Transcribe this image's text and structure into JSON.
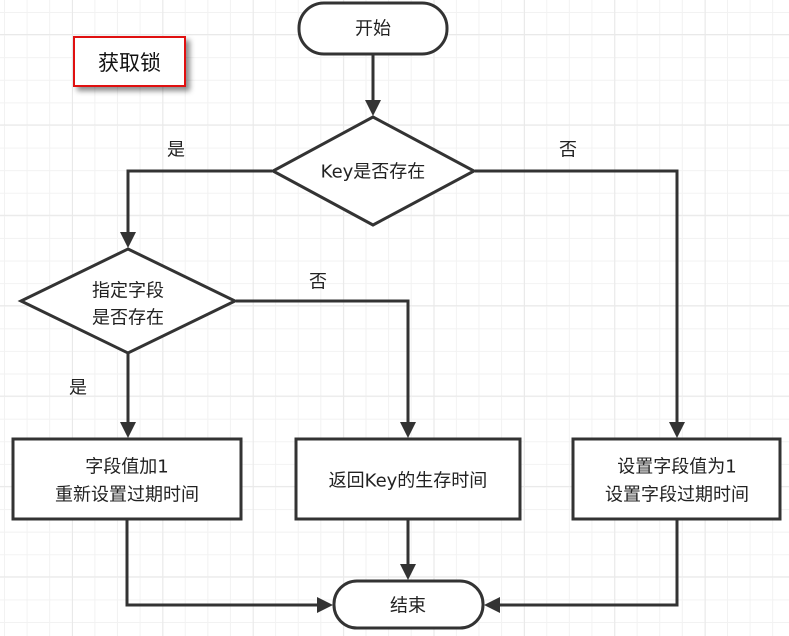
{
  "title_label": "获取锁",
  "colors": {
    "stroke": "#333333",
    "title_border": "#e01010",
    "text": "#222222"
  },
  "nodes": {
    "start": {
      "type": "terminator",
      "label": "开始"
    },
    "key_exists": {
      "type": "decision",
      "label": "Key是否存在"
    },
    "field_exists": {
      "type": "decision",
      "lines": [
        "指定字段",
        "是否存在"
      ]
    },
    "increment_field": {
      "type": "process",
      "lines": [
        "字段值加1",
        "重新设置过期时间"
      ]
    },
    "return_ttl": {
      "type": "process",
      "label": "返回Key的生存时间"
    },
    "set_field": {
      "type": "process",
      "lines": [
        "设置字段值为1",
        "设置字段过期时间"
      ]
    },
    "end": {
      "type": "terminator",
      "label": "结束"
    }
  },
  "edges": [
    {
      "from": "start",
      "to": "key_exists",
      "label": ""
    },
    {
      "from": "key_exists",
      "to": "field_exists",
      "label": "是"
    },
    {
      "from": "key_exists",
      "to": "set_field",
      "label": "否"
    },
    {
      "from": "field_exists",
      "to": "increment_field",
      "label": "是"
    },
    {
      "from": "field_exists",
      "to": "return_ttl",
      "label": "否"
    },
    {
      "from": "increment_field",
      "to": "end",
      "label": ""
    },
    {
      "from": "return_ttl",
      "to": "end",
      "label": ""
    },
    {
      "from": "set_field",
      "to": "end",
      "label": ""
    }
  ],
  "edge_labels": {
    "key_yes": "是",
    "key_no": "否",
    "field_yes": "是",
    "field_no": "否"
  }
}
